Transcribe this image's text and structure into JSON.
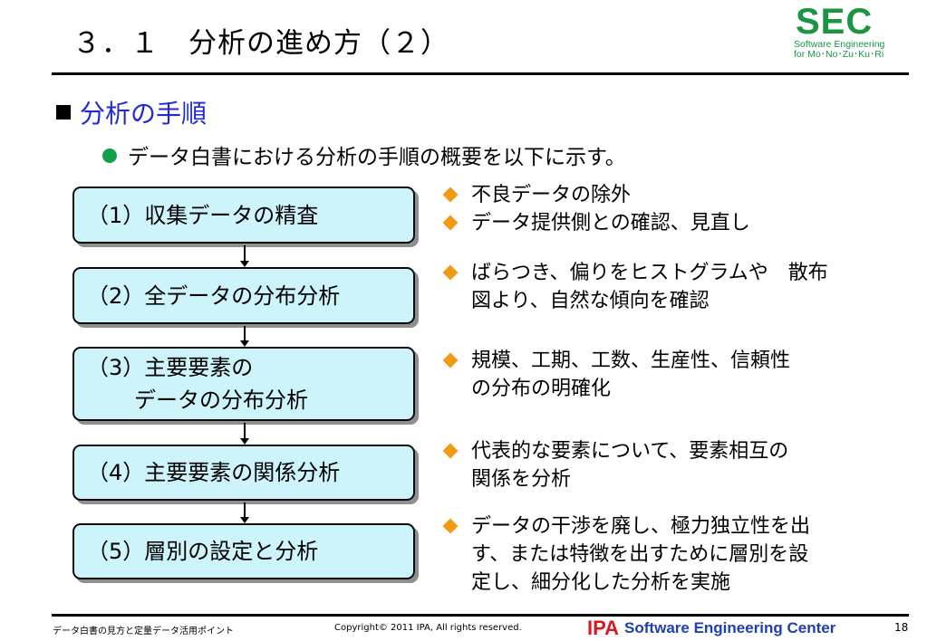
{
  "slide": {
    "title": "３．１　分析の進め方（２）",
    "heading": "分析の手順",
    "bullet": "データ白書における分析の手順の概要を以下に示す。"
  },
  "logo": {
    "main": "SEC",
    "line1": "Software Engineering",
    "line2": "for Mo･No･Zu･Ku･Ri",
    "brand_color": "#1a9640"
  },
  "steps": [
    {
      "line1": "（1）収集データの精査",
      "line2": ""
    },
    {
      "line1": "（2）全データの分布分析",
      "line2": ""
    },
    {
      "line1": "（3）主要要素の",
      "line2": "データの分布分析"
    },
    {
      "line1": "（4）主要要素の関係分析",
      "line2": ""
    },
    {
      "line1": "（5）層別の設定と分析",
      "line2": ""
    }
  ],
  "descriptions": [
    [
      "不良データの除外",
      "データ提供側との確認、見直し"
    ],
    [
      "ばらつき、偏りをヒストグラムや　散布\n図より、自然な傾向を確認"
    ],
    [
      "規模、工期、工数、生産性、信頼性\nの分布の明確化"
    ],
    [
      "代表的な要素について、要素相互の\n関係を分析"
    ],
    [
      "データの干渉を廃し、極力独立性を出\nす、または特徴を出すために層別を設\n定し、細分化した分析を実施"
    ]
  ],
  "footer": {
    "left": "データ白書の見方と定量データ活用ポイント",
    "copyright": "Copyright© 2011 IPA, All rights reserved.",
    "ipa_mark": "IPA",
    "ipa_name": "Software Engineering Center",
    "page": "18"
  },
  "colors": {
    "heading": "#1f2ad6",
    "step_fill": "#cdf3fb",
    "bullet_dot": "#12a04a",
    "diamond": "#f39a13",
    "ipa_red": "#d71920",
    "ipa_blue": "#1f3fb0"
  }
}
